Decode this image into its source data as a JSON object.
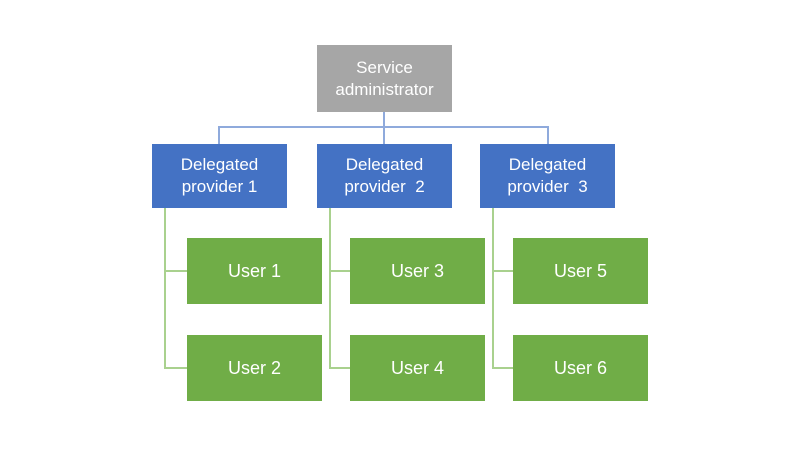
{
  "colors": {
    "background": "#ffffff",
    "root-fill": "#a6a6a6",
    "provider-fill": "#4472c4",
    "user-fill": "#70ad47",
    "blue-connector": "#8faadc",
    "green-connector": "#a9d18e",
    "text": "#ffffff"
  },
  "org_chart": {
    "root": {
      "label": "Service administrator",
      "lines": [
        "Service",
        "administrator"
      ]
    },
    "providers": [
      {
        "label": "Delegated provider 1",
        "lines": [
          "Delegated",
          "provider 1"
        ],
        "users": [
          "User 1",
          "User 2"
        ]
      },
      {
        "label": "Delegated provider  2",
        "lines": [
          "Delegated",
          "provider  2"
        ],
        "users": [
          "User 3",
          "User 4"
        ]
      },
      {
        "label": "Delegated provider  3",
        "lines": [
          "Delegated",
          "provider  3"
        ],
        "users": [
          "User 5",
          "User 6"
        ]
      }
    ]
  }
}
